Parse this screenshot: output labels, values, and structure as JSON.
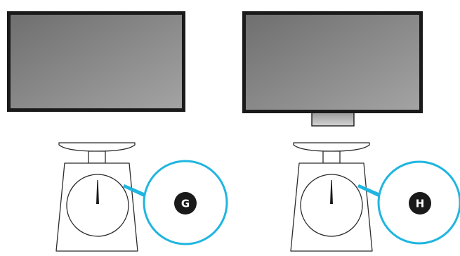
{
  "panels": [
    {
      "id": "left",
      "monitor": {
        "has_stand_base": false
      },
      "scale": {
        "callout_label": "G"
      }
    },
    {
      "id": "right",
      "monitor": {
        "has_stand_base": true
      },
      "scale": {
        "callout_label": "H"
      }
    }
  ],
  "colors": {
    "screen_dark": "#6f6f6f",
    "screen_light": "#a3a3a3",
    "bezel": "#1a1a1a",
    "outline": "#2b2b2b",
    "callout_ring": "#1fb5e0",
    "badge": "#1a1a1a",
    "badge_text": "#ffffff"
  }
}
